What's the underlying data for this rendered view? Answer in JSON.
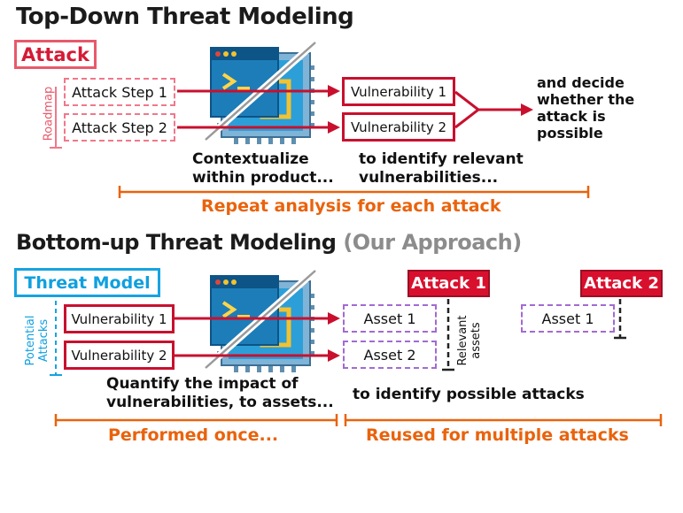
{
  "top": {
    "title": "Top-Down Threat Modeling",
    "attack_tag": "Attack",
    "roadmap_label": "Roadmap",
    "steps": [
      "Attack Step 1",
      "Attack Step 2"
    ],
    "vulnerabilities": [
      "Vulnerability 1",
      "Vulnerability 2"
    ],
    "decide_text": "and decide whether the attack is possible",
    "contextualize_text": "Contextualize within product...",
    "identify_text": "to identify relevant vulnerabilities...",
    "repeat_text": "Repeat analysis for each attack"
  },
  "bottom": {
    "title": "Bottom-up Threat Modeling",
    "title_suffix": "(Our Approach)",
    "threat_model_tag": "Threat Model",
    "potential_label": "Potential Attacks",
    "vulnerabilities": [
      "Vulnerability 1",
      "Vulnerability 2"
    ],
    "attack1_tag": "Attack 1",
    "attack2_tag": "Attack 2",
    "assets_attack1": [
      "Asset 1",
      "Asset 2"
    ],
    "assets_attack2": [
      "Asset 1"
    ],
    "relevant_label": "Relevant assets",
    "quantify_text": "Quantify the impact of vulnerabilities, to assets...",
    "identify_text": "to identify possible attacks",
    "performed_text": "Performed once...",
    "reused_text": "Reused for multiple attacks"
  },
  "colors": {
    "red": "#c8102e",
    "pink": "#f0788a",
    "orange": "#e9630c",
    "blue": "#16a3e0",
    "purple": "#a26ad3",
    "gray": "#8c8c8c"
  },
  "icons": [
    "code-window-icon",
    "code-window-icon"
  ]
}
